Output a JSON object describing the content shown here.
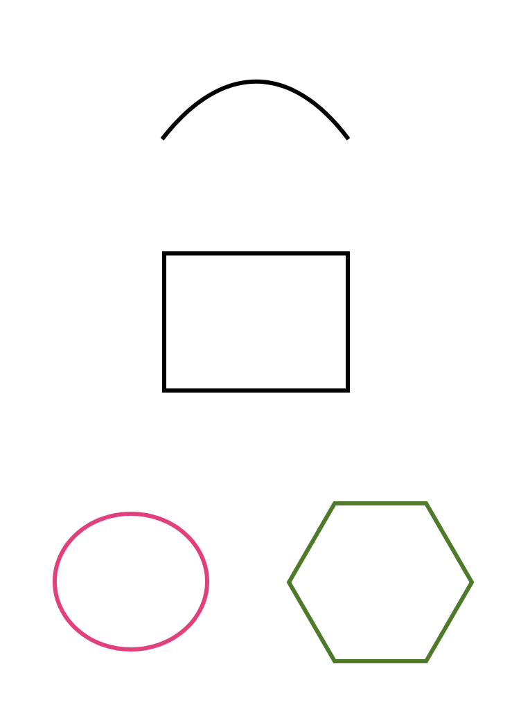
{
  "shapes": {
    "arc": {
      "kind": "arc",
      "stroke": "#000000"
    },
    "rectangle": {
      "kind": "rectangle",
      "stroke": "#000000"
    },
    "ellipse": {
      "kind": "ellipse",
      "stroke": "#e0407c"
    },
    "hexagon": {
      "kind": "hexagon",
      "stroke": "#4f7a2a"
    }
  }
}
